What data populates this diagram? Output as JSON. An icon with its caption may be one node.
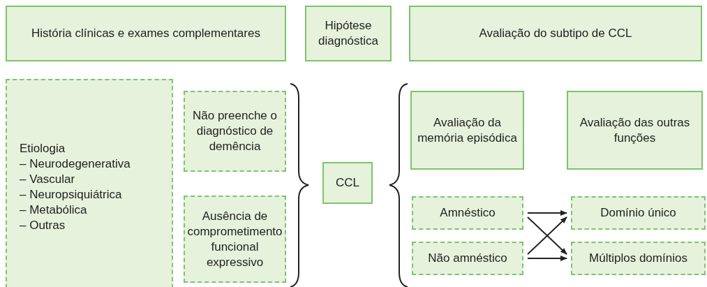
{
  "diagram": {
    "nodes": [
      {
        "text": [
          "História clínicas e exames complementares"
        ]
      },
      {
        "text": [
          "Hipótese diagnóstica"
        ]
      },
      {
        "text": [
          "Avaliação do subtipo de CCL"
        ]
      },
      {
        "text": [
          "Etiologia",
          "– Neurodegenerativa",
          "– Vascular",
          "– Neuropsiquiátrica",
          "– Metabólica",
          "– Outras"
        ]
      },
      {
        "text": [
          "Não preenche o diagnóstico de demência"
        ]
      },
      {
        "text": [
          "Ausência de comprometimento funcional expressivo"
        ]
      },
      {
        "text": [
          "CCL"
        ]
      },
      {
        "text": [
          "Avaliação da memória episódica"
        ]
      },
      {
        "text": [
          "Avaliação das outras funções"
        ]
      },
      {
        "text": [
          "Amnéstico"
        ]
      },
      {
        "text": [
          "Não amnéstico"
        ]
      },
      {
        "text": [
          "Domínio único"
        ]
      },
      {
        "text": [
          "Múltiplos domínios"
        ]
      }
    ],
    "edges": [
      {
        "from": 9,
        "to": 11,
        "arrow": "to"
      },
      {
        "from": 9,
        "to": 12,
        "arrow": "to"
      },
      {
        "from": 10,
        "to": 11,
        "arrow": "to"
      },
      {
        "from": 10,
        "to": 12,
        "arrow": "to"
      }
    ]
  }
}
